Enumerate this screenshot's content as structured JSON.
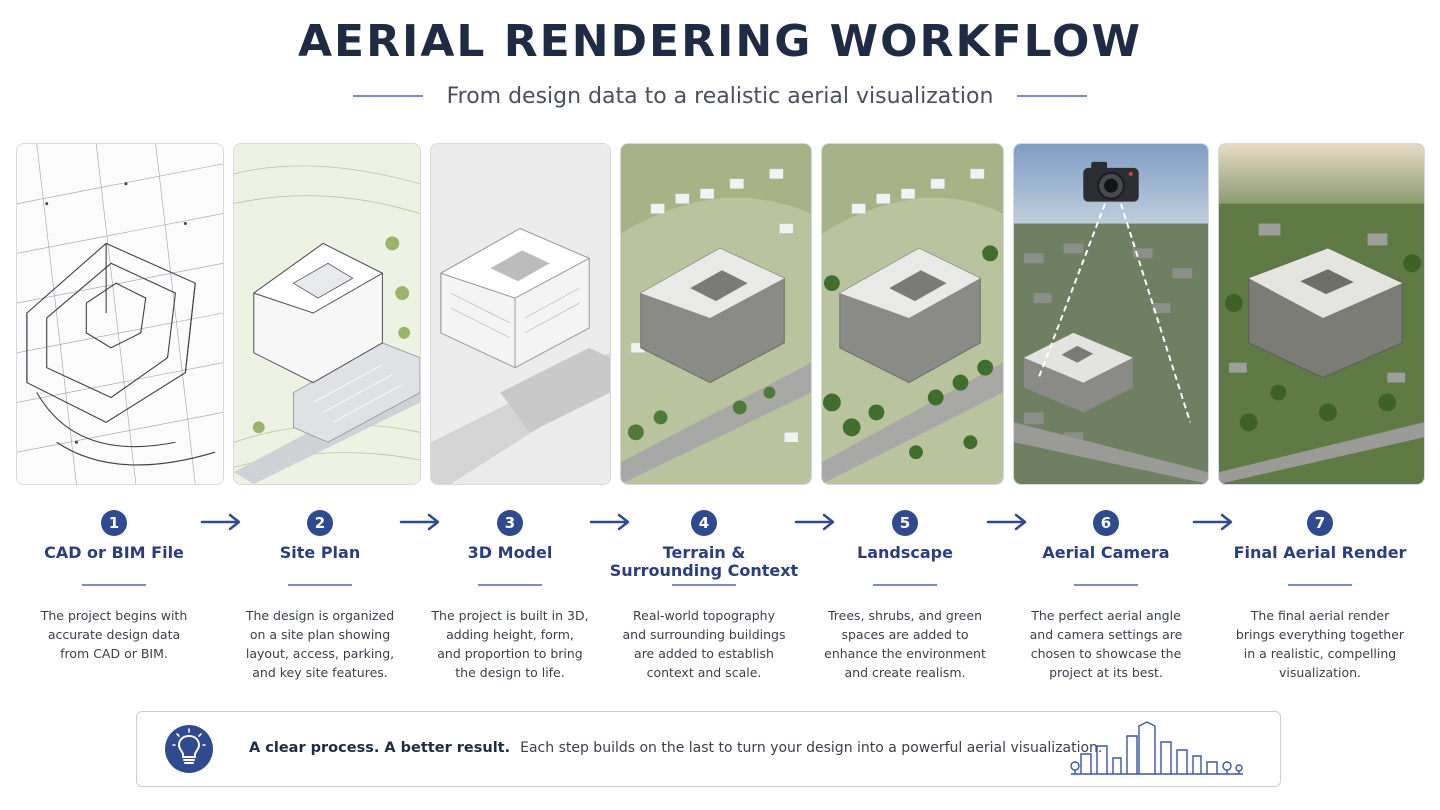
{
  "header": {
    "title": "AERIAL RENDERING WORKFLOW",
    "subtitle": "From design data to a realistic aerial visualization"
  },
  "colors": {
    "accent": "#2f4a8f",
    "title": "#1f2a44",
    "rule": "#7b8bc4"
  },
  "steps": [
    {
      "number": "1",
      "title": "CAD or BIM File",
      "title_2": "",
      "desc": [
        "The project begins with",
        "accurate design data",
        "from CAD or BIM."
      ]
    },
    {
      "number": "2",
      "title": "Site Plan",
      "title_2": "",
      "desc": [
        "The design is organized",
        "on a site plan showing",
        "layout, access, parking,",
        "and key site features."
      ]
    },
    {
      "number": "3",
      "title": "3D Model",
      "title_2": "",
      "desc": [
        "The project is built in 3D,",
        "adding height, form,",
        "and proportion to bring",
        "the design to life."
      ]
    },
    {
      "number": "4",
      "title": "Terrain &",
      "title_2": "Surrounding Context",
      "desc": [
        "Real-world topography",
        "and surrounding buildings",
        "are added to establish",
        "context and scale."
      ]
    },
    {
      "number": "5",
      "title": "Landscape",
      "title_2": "",
      "desc": [
        "Trees, shrubs, and green",
        "spaces are added to",
        "enhance the environment",
        "and create realism."
      ]
    },
    {
      "number": "6",
      "title": "Aerial Camera",
      "title_2": "",
      "desc": [
        "The perfect aerial angle",
        "and camera settings are",
        "chosen to showcase the",
        "project at its best."
      ]
    },
    {
      "number": "7",
      "title": "Final Aerial Render",
      "title_2": "",
      "desc": [
        "The final aerial render",
        "brings everything together",
        "in a realistic, compelling",
        "visualization."
      ]
    }
  ],
  "icons": {
    "arrow": "arrow-right-icon",
    "bulb": "lightbulb-icon",
    "skyline": "city-skyline-icon",
    "camera": "camera-icon"
  },
  "footer": {
    "headline": "A clear process. A better result.",
    "text": "Each step builds on the last to turn your design into a powerful aerial visualization."
  }
}
